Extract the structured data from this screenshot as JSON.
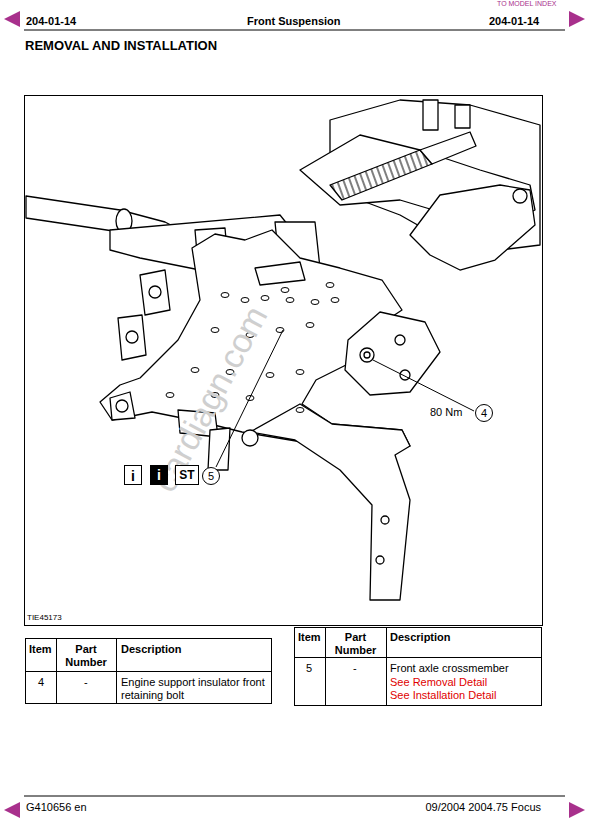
{
  "diagram": {
    "title": "REMOVAL AND INSTALLATION",
    "nodes": [
      {
        "text": [
          "4"
        ]
      },
      {
        "text": [
          "5"
        ]
      }
    ],
    "labels": [
      "TO MODEL INDEX",
      "204-01-14",
      "Front Suspension",
      "204-01-14",
      "80 Nm",
      "i",
      "i",
      "ST",
      "TIE45173",
      "Item",
      "Part Number",
      "Description",
      "4",
      "-",
      "Engine support insulator front retaining bolt",
      "Item",
      "Part Number",
      "Description",
      "5",
      "-",
      "Front axle crossmember",
      "See Removal Detail",
      "See Installation Detail",
      "G410656 en",
      "09/2004 2004.75 Focus",
      "cardiagn.com"
    ]
  }
}
